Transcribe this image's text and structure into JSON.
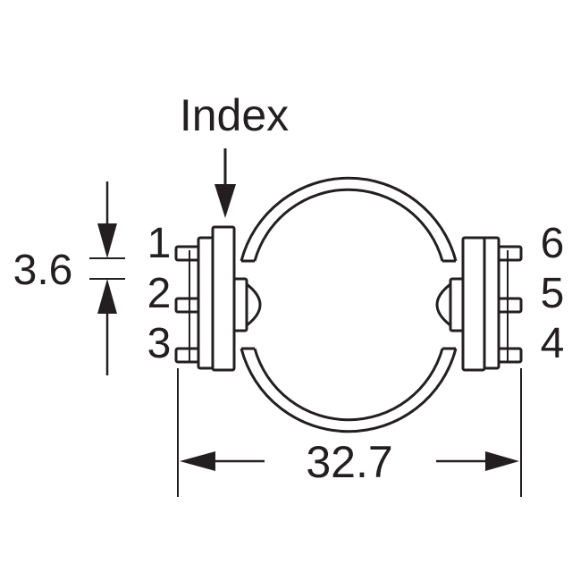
{
  "labels": {
    "index": "Index",
    "pin_pitch": "3.6",
    "width": "32.7",
    "pins_left": [
      "1",
      "2",
      "3"
    ],
    "pins_right": [
      "6",
      "5",
      "4"
    ]
  },
  "colors": {
    "line": "#231f20",
    "background": "#ffffff"
  }
}
